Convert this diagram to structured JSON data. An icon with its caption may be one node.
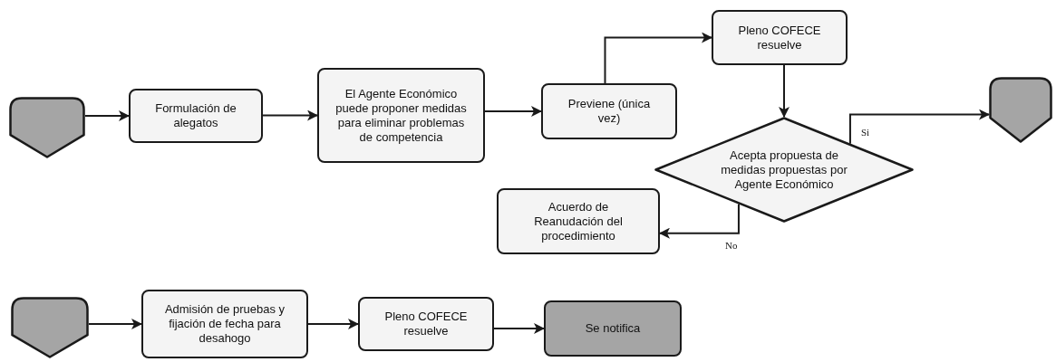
{
  "diagram": {
    "nodes": [
      {
        "text": [],
        "shape": "pentagon"
      },
      {
        "text": [
          "Formulación de alegatos"
        ]
      },
      {
        "text": [
          "El Agente Económico puede proponer medidas para eliminar problemas de competencia"
        ]
      },
      {
        "text": [
          "Previene (única vez)"
        ]
      },
      {
        "text": [
          "Pleno COFECE resuelve"
        ]
      },
      {
        "text": [
          "Acepta propuesta de medidas propuestas por Agente Económico"
        ]
      },
      {
        "text": [],
        "shape": "pentagon"
      },
      {
        "text": [
          "Acuerdo de Reanudación del procedimiento"
        ]
      },
      {
        "text": [],
        "shape": "pentagon"
      },
      {
        "text": [
          "Admisión de pruebas y fijación de fecha para desahogo"
        ]
      },
      {
        "text": [
          "Pleno COFECE resuelve"
        ]
      },
      {
        "text": [
          "Se notifica"
        ]
      }
    ],
    "edges": [
      {
        "from": 0,
        "to": 1,
        "arrow": "to"
      },
      {
        "from": 1,
        "to": 2,
        "arrow": "to"
      },
      {
        "from": 2,
        "to": 3,
        "arrow": "to"
      },
      {
        "from": 3,
        "to": 4,
        "arrow": "to"
      },
      {
        "from": 4,
        "to": 5,
        "arrow": "to"
      },
      {
        "from": 5,
        "to": 6,
        "label": "Si",
        "arrow": "to"
      },
      {
        "from": 5,
        "to": 7,
        "label": "No",
        "arrow": "to"
      },
      {
        "from": 8,
        "to": 9,
        "arrow": "to"
      },
      {
        "from": 9,
        "to": 10,
        "arrow": "to"
      },
      {
        "from": 10,
        "to": 11,
        "arrow": "to"
      }
    ]
  }
}
